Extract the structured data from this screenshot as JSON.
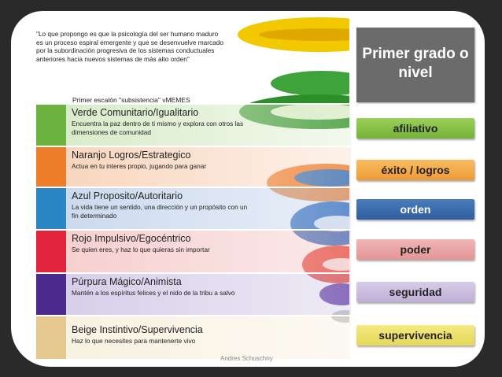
{
  "quote": "\"Lo que propongo es que la psicología del ser humano maduro es un proceso espiral emergente y que se desenvuelve marcado por la subordinación progresiva de los sistemas conductuales anteriores hacia nuevos sistemas de más alto orden\"",
  "subtitle": "Primer escalón \"subsistencia\" vMEMES",
  "levels": [
    {
      "title": "Verde Comunitario/Igualitario",
      "desc": "Encuentra la paz dentro de ti mismo y explora con otros las dimensiones de comunidad",
      "color": "#6db33f"
    },
    {
      "title": "Naranjo Logros/Estrategico",
      "desc": "Actua en tu interes propio, jugando para ganar",
      "color": "#ee7d2a"
    },
    {
      "title": "Azul Proposito/Autoritario",
      "desc": "La vida tiene un sentido, una dirección y un propósito con un fin determinado",
      "color": "#2b85c6"
    },
    {
      "title": "Rojo Impulsivo/Egocéntrico",
      "desc": "Se quien eres, y haz lo que quieras sin importar",
      "color": "#e2253d"
    },
    {
      "title": "Púrpura Mágico/Animista",
      "desc": "Mantén a los espíritus felices y el nido de la tribu a salvo",
      "color": "#4a2a8c"
    },
    {
      "title": "Beige Instintivo/Supervivencia",
      "desc": "Haz lo que necesites para mantenerte vivo",
      "color": "#e6c98e"
    }
  ],
  "grade_box": "Primer grado o nivel",
  "tags": [
    {
      "label": "afiliativo",
      "color": "#84c043"
    },
    {
      "label": "éxito / logros",
      "color": "#f4a94a"
    },
    {
      "label": "orden",
      "color": "#3566a6"
    },
    {
      "label": "poder",
      "color": "#e8a0a0"
    },
    {
      "label": "seguridad",
      "color": "#c7b8dc"
    },
    {
      "label": "supervivencia",
      "color": "#ece06a"
    }
  ],
  "credit": "Andres Schuschny"
}
